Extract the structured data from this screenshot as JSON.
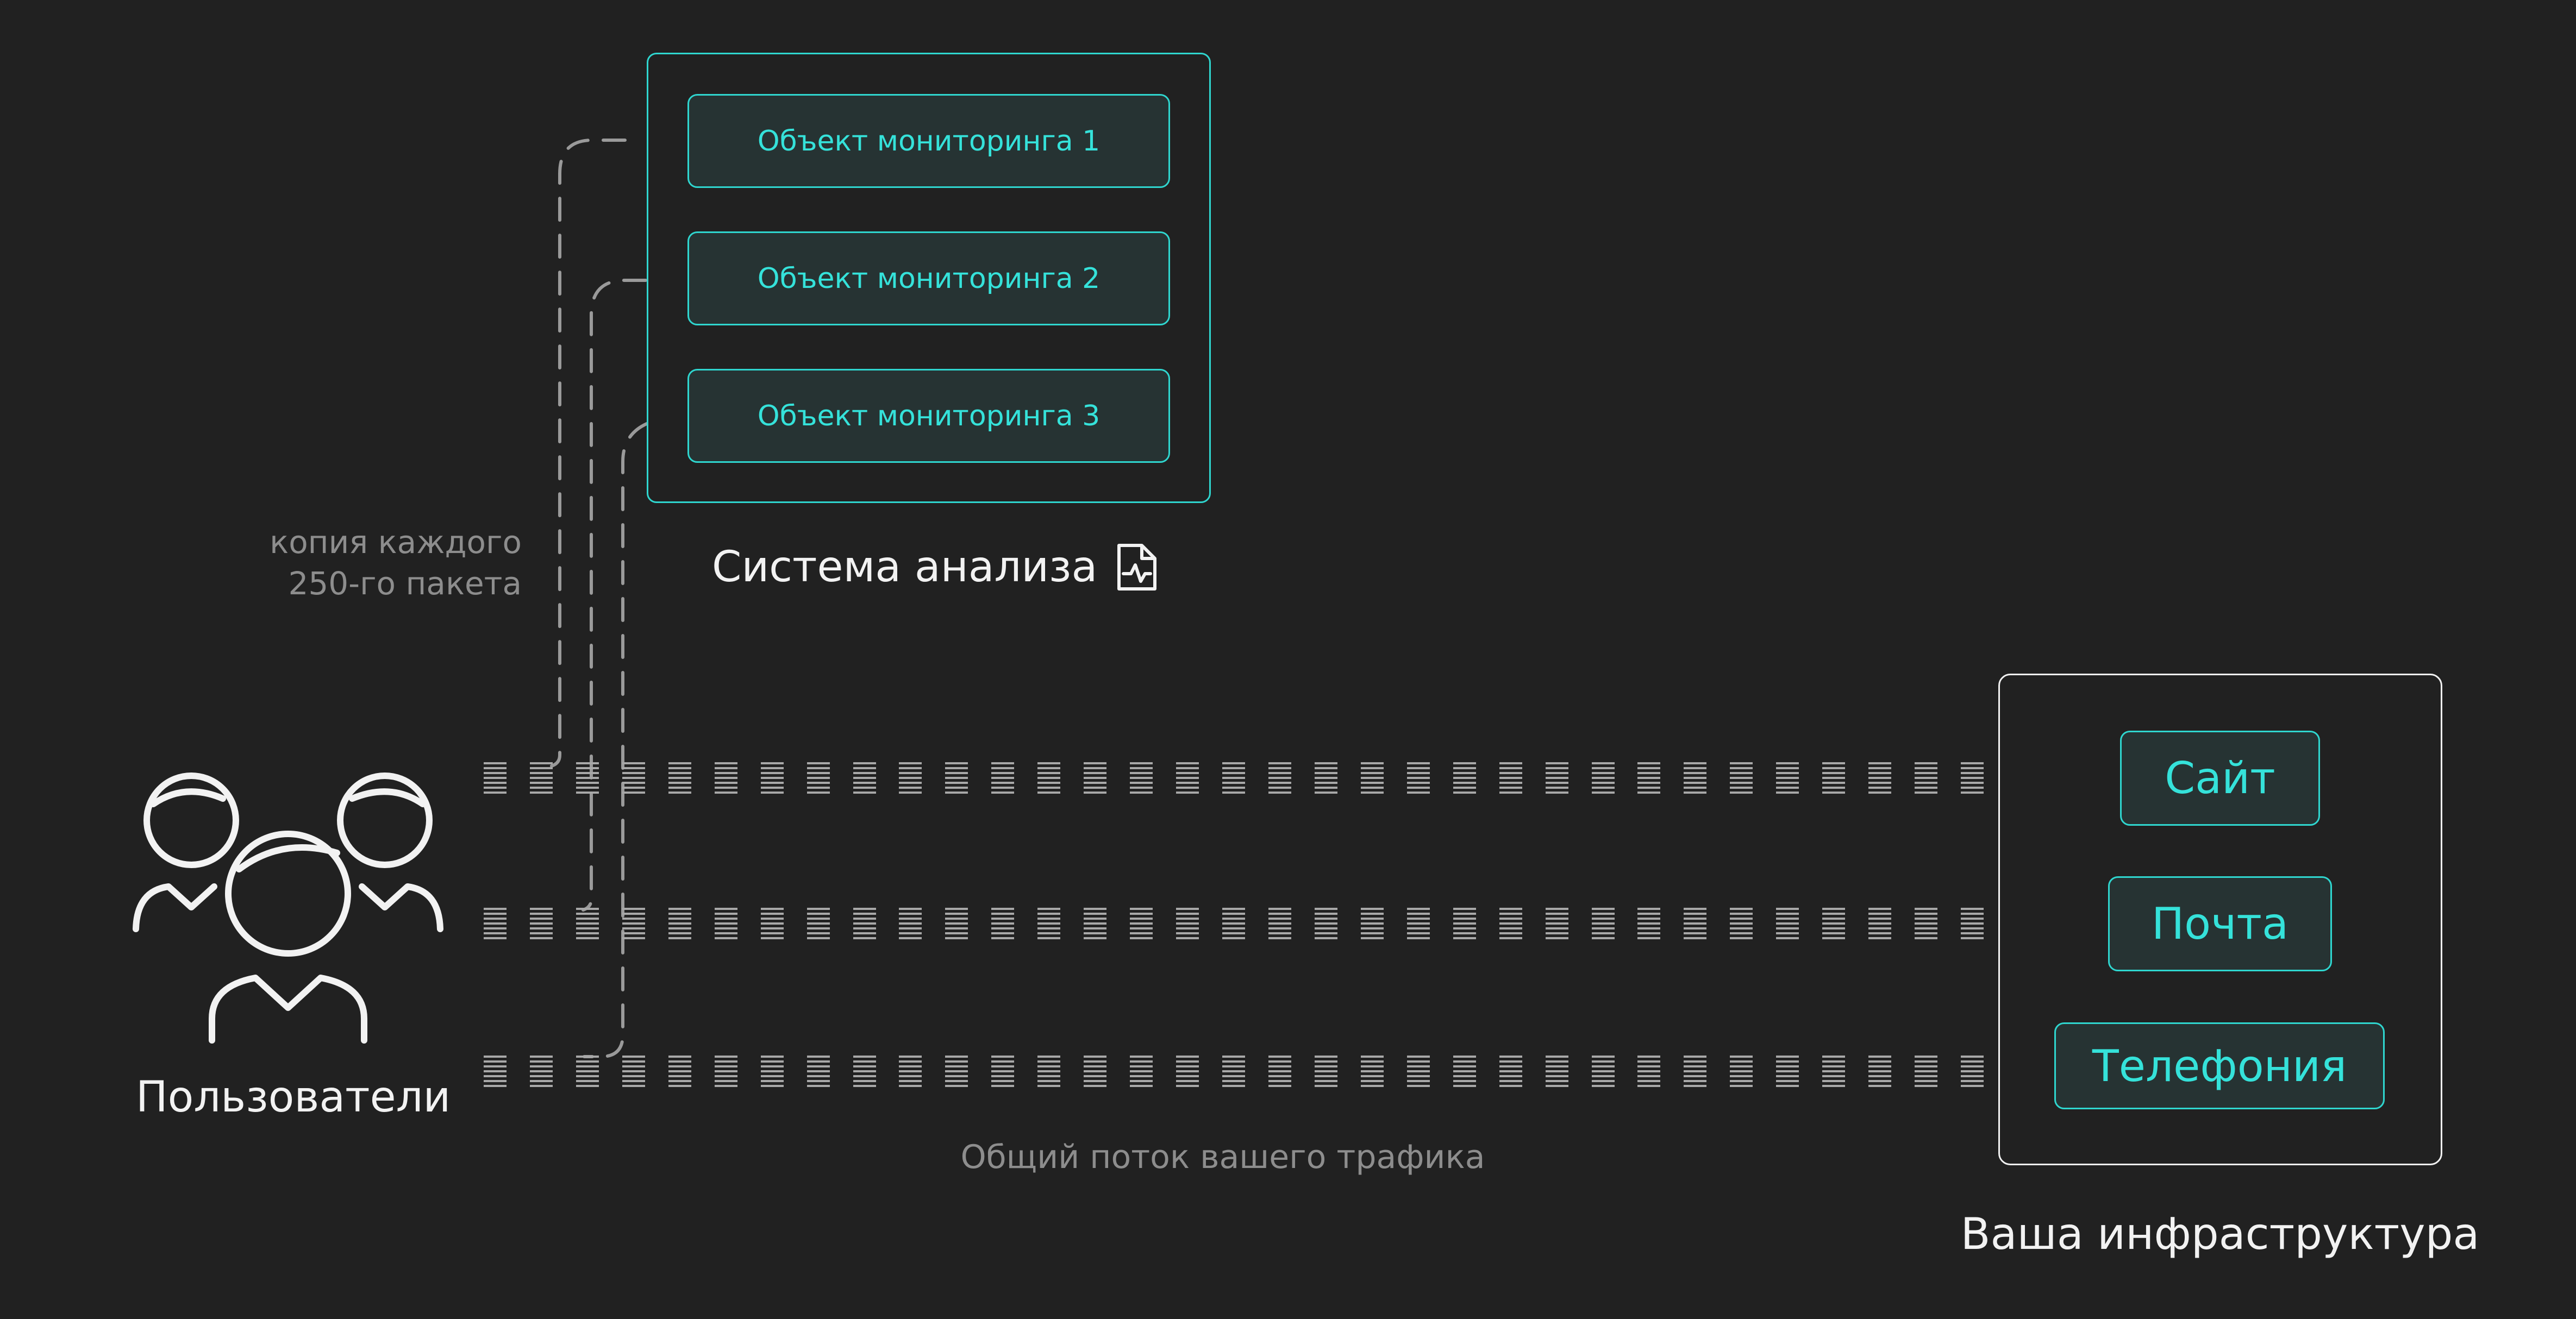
{
  "analysis": {
    "title": "Система анализа",
    "title_icon": "file-activity-icon",
    "objects": [
      "Объект мониторинга 1",
      "Объект мониторинга 2",
      "Объект мониторинга 3"
    ]
  },
  "copy_note": {
    "line1": "копия каждого",
    "line2": "250-го пакета"
  },
  "users": {
    "label": "Пользователи",
    "icon": "users-group-icon"
  },
  "traffic": {
    "label": "Общий поток вашего трафика",
    "packet_icon": "packet-lines-icon",
    "rows": 3,
    "packets_per_row": 33
  },
  "infrastructure": {
    "title": "Ваша инфраструктура",
    "services": [
      "Сайт",
      "Почта",
      "Телефония"
    ]
  },
  "colors": {
    "background": "#212121",
    "accent": "#2fd6cf",
    "text_white": "#f2f2f2",
    "text_gray": "#8d8d8d",
    "dashed_line": "#9a9a9a"
  }
}
